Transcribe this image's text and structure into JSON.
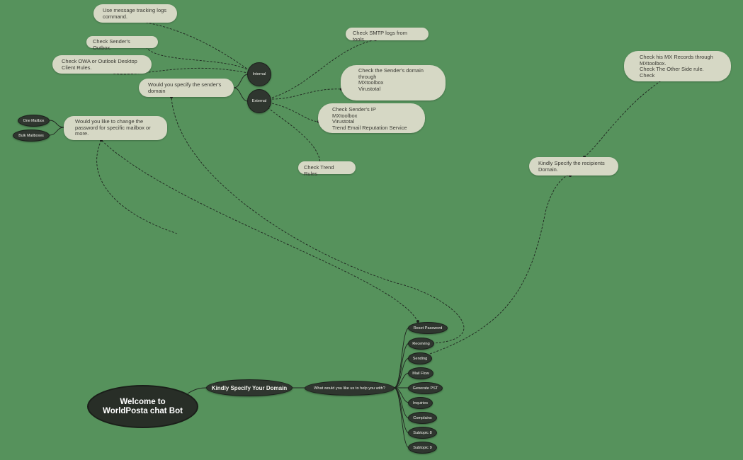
{
  "root": {
    "title": "Welcome to\nWorldPosta chat Bot"
  },
  "main": {
    "domain_prompt": "Kindly Specify Your Domain",
    "help_prompt": "What would you like us to help you with?",
    "topics": [
      "Reset Password",
      "Receiving",
      "Sending",
      "Mail Flow",
      "Generate PST",
      "Inquiries",
      "Complains",
      "Subtopic 8",
      "Subtopic 9"
    ]
  },
  "reset_password": {
    "question": "Would you like to change the password for specific mailbox or more.",
    "options": [
      "One Mailbox",
      "Bulk Mailboxes"
    ]
  },
  "receiving": {
    "question": "Would you specify the sender's domain",
    "internal": "Internal",
    "external": "External",
    "internal_steps": [
      "Use message tracking logs command.",
      "Check Sender's Outbox.",
      "Check  OWA or Outlook Desktop Client Rules."
    ],
    "external_steps": [
      "Check SMTP logs from tools.",
      "Check the Sender's domain through\nMXtoolbox\nVirustotal",
      "Check Sender's IP\nMXtoolbox\nVirustotal\nTrend Email Reputation Service",
      "Check Trend Rules"
    ]
  },
  "sending": {
    "question": "Kindly Specify the recipients Domain.",
    "step": "Check his MX Records through MXtoolbox.\nCheck The Other Side rule.\nCheck"
  },
  "colors": {
    "background": "#56925c",
    "pill": "#d6d8c5",
    "dark_node": "#2f362f"
  }
}
